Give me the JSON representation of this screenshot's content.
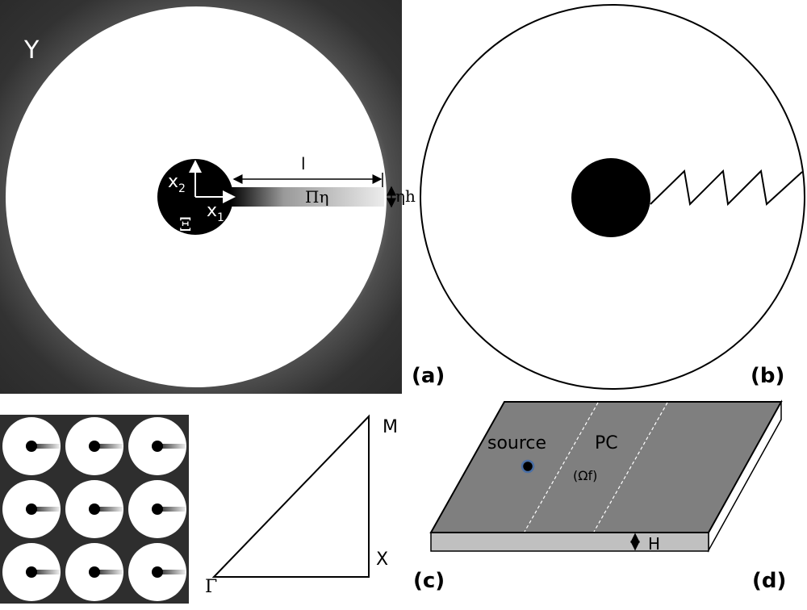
{
  "panel_a": {
    "label": "(a)",
    "domain_label": "Y",
    "length_label": "l",
    "channel_label": "Πη",
    "thickness_label": "ηh",
    "axis_x1": {
      "base": "x",
      "sub": "1"
    },
    "axis_x2": {
      "base": "x",
      "sub": "2"
    },
    "inclusion_label": "Ξ"
  },
  "panel_b": {
    "label": "(b)"
  },
  "panel_c": {
    "label": "(c)",
    "vertices": {
      "gamma": "Γ",
      "x": "X",
      "m": "M"
    }
  },
  "panel_d": {
    "label": "(d)",
    "source_label": "source",
    "pc_label": "PC",
    "omega_label": "(Ωf)",
    "height_label": "H"
  },
  "colors": {
    "background_dark": "#2e2e2e",
    "fill_white": "#ffffff",
    "plate_gray": "#7f7f7f",
    "plate_side": "#bfbfbf",
    "source_ring": "#4a6fa5"
  }
}
